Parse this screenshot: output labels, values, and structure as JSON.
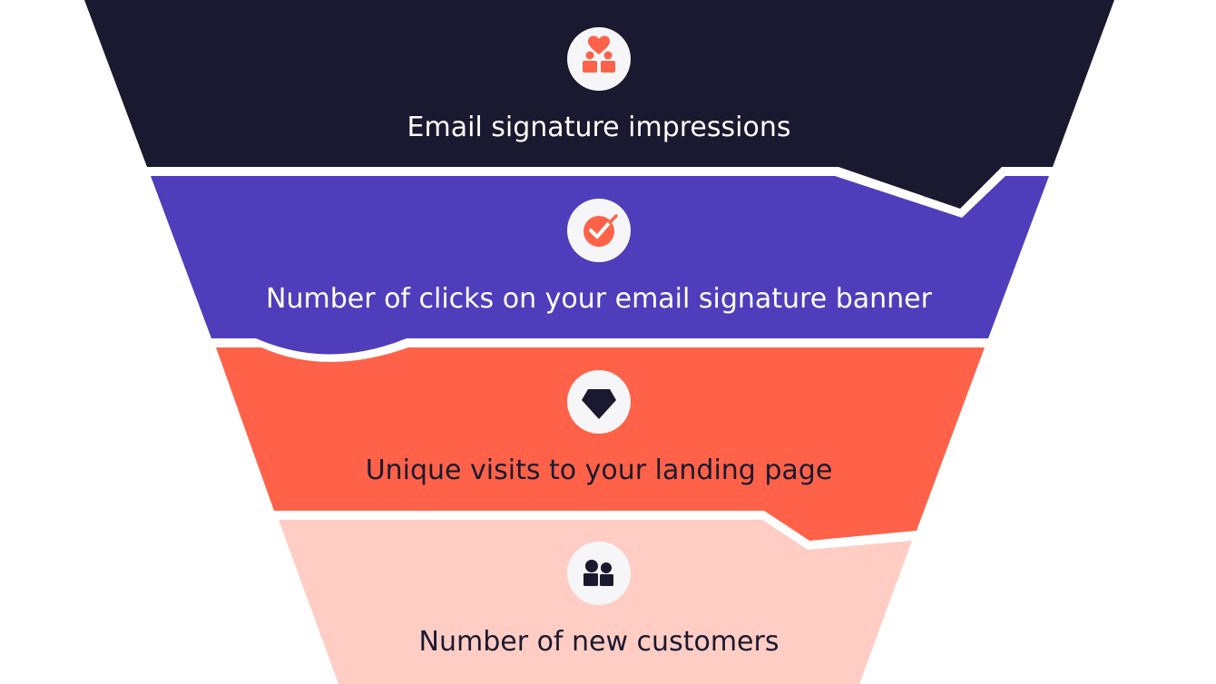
{
  "funnel": {
    "stages": [
      {
        "label": "Email signature impressions",
        "icon": "hearts-people-icon",
        "fill": "#1a1930",
        "text_color": "#ffffff"
      },
      {
        "label": "Number of clicks on your email signature banner",
        "icon": "target-check-icon",
        "fill": "#503dbb",
        "text_color": "#ffffff"
      },
      {
        "label": "Unique visits to your landing page",
        "icon": "diamond-icon",
        "fill": "#ff6248",
        "text_color": "#1a1930"
      },
      {
        "label": "Number of new customers",
        "icon": "two-people-icon",
        "fill": "#ffcdc4",
        "text_color": "#1a1930"
      }
    ],
    "icon_circle_fill": "#f6f6f8",
    "accent": "#ff6248",
    "dark": "#1a1930"
  }
}
